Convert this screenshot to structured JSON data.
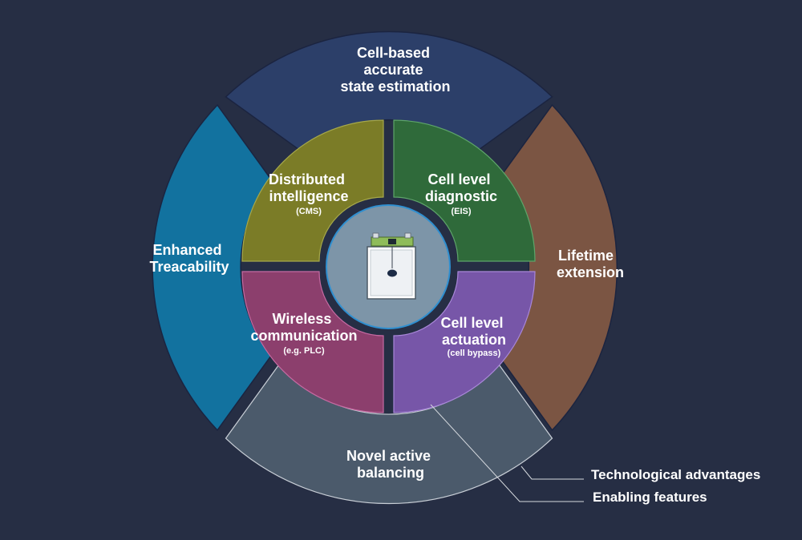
{
  "colors": {
    "background": "#262e44",
    "top_segment": "#2c3f69",
    "right_segment": "#7b5543",
    "bottom_segment": "#4b5a6b",
    "left_segment": "#12729f",
    "inner_top_left": "#7b7c27",
    "inner_top_right": "#2f6a3a",
    "inner_bottom_left": "#8c3f6d",
    "inner_bottom_right": "#7756a8",
    "center": "#7d95a8"
  },
  "outer_ring": {
    "top": [
      "Cell-based",
      "accurate",
      "state estimation"
    ],
    "right": [
      "Lifetime",
      "extension"
    ],
    "bottom": [
      "Novel active",
      "balancing"
    ],
    "left": [
      "Enhanced",
      "Treacability"
    ]
  },
  "inner_ring": {
    "top_left": {
      "lines": [
        "Distributed",
        "intelligence"
      ],
      "sub": "(CMS)"
    },
    "top_right": {
      "lines": [
        "Cell level",
        "diagnostic"
      ],
      "sub": "(EIS)"
    },
    "bottom_left": {
      "lines": [
        "Wireless",
        "communication"
      ],
      "sub": "(e.g. PLC)"
    },
    "bottom_right": {
      "lines": [
        "Cell level",
        "actuation"
      ],
      "sub": "(cell bypass)"
    }
  },
  "center_icon": "battery-cell-icon",
  "legend": {
    "outer": "Technological advantages",
    "inner": "Enabling features"
  }
}
